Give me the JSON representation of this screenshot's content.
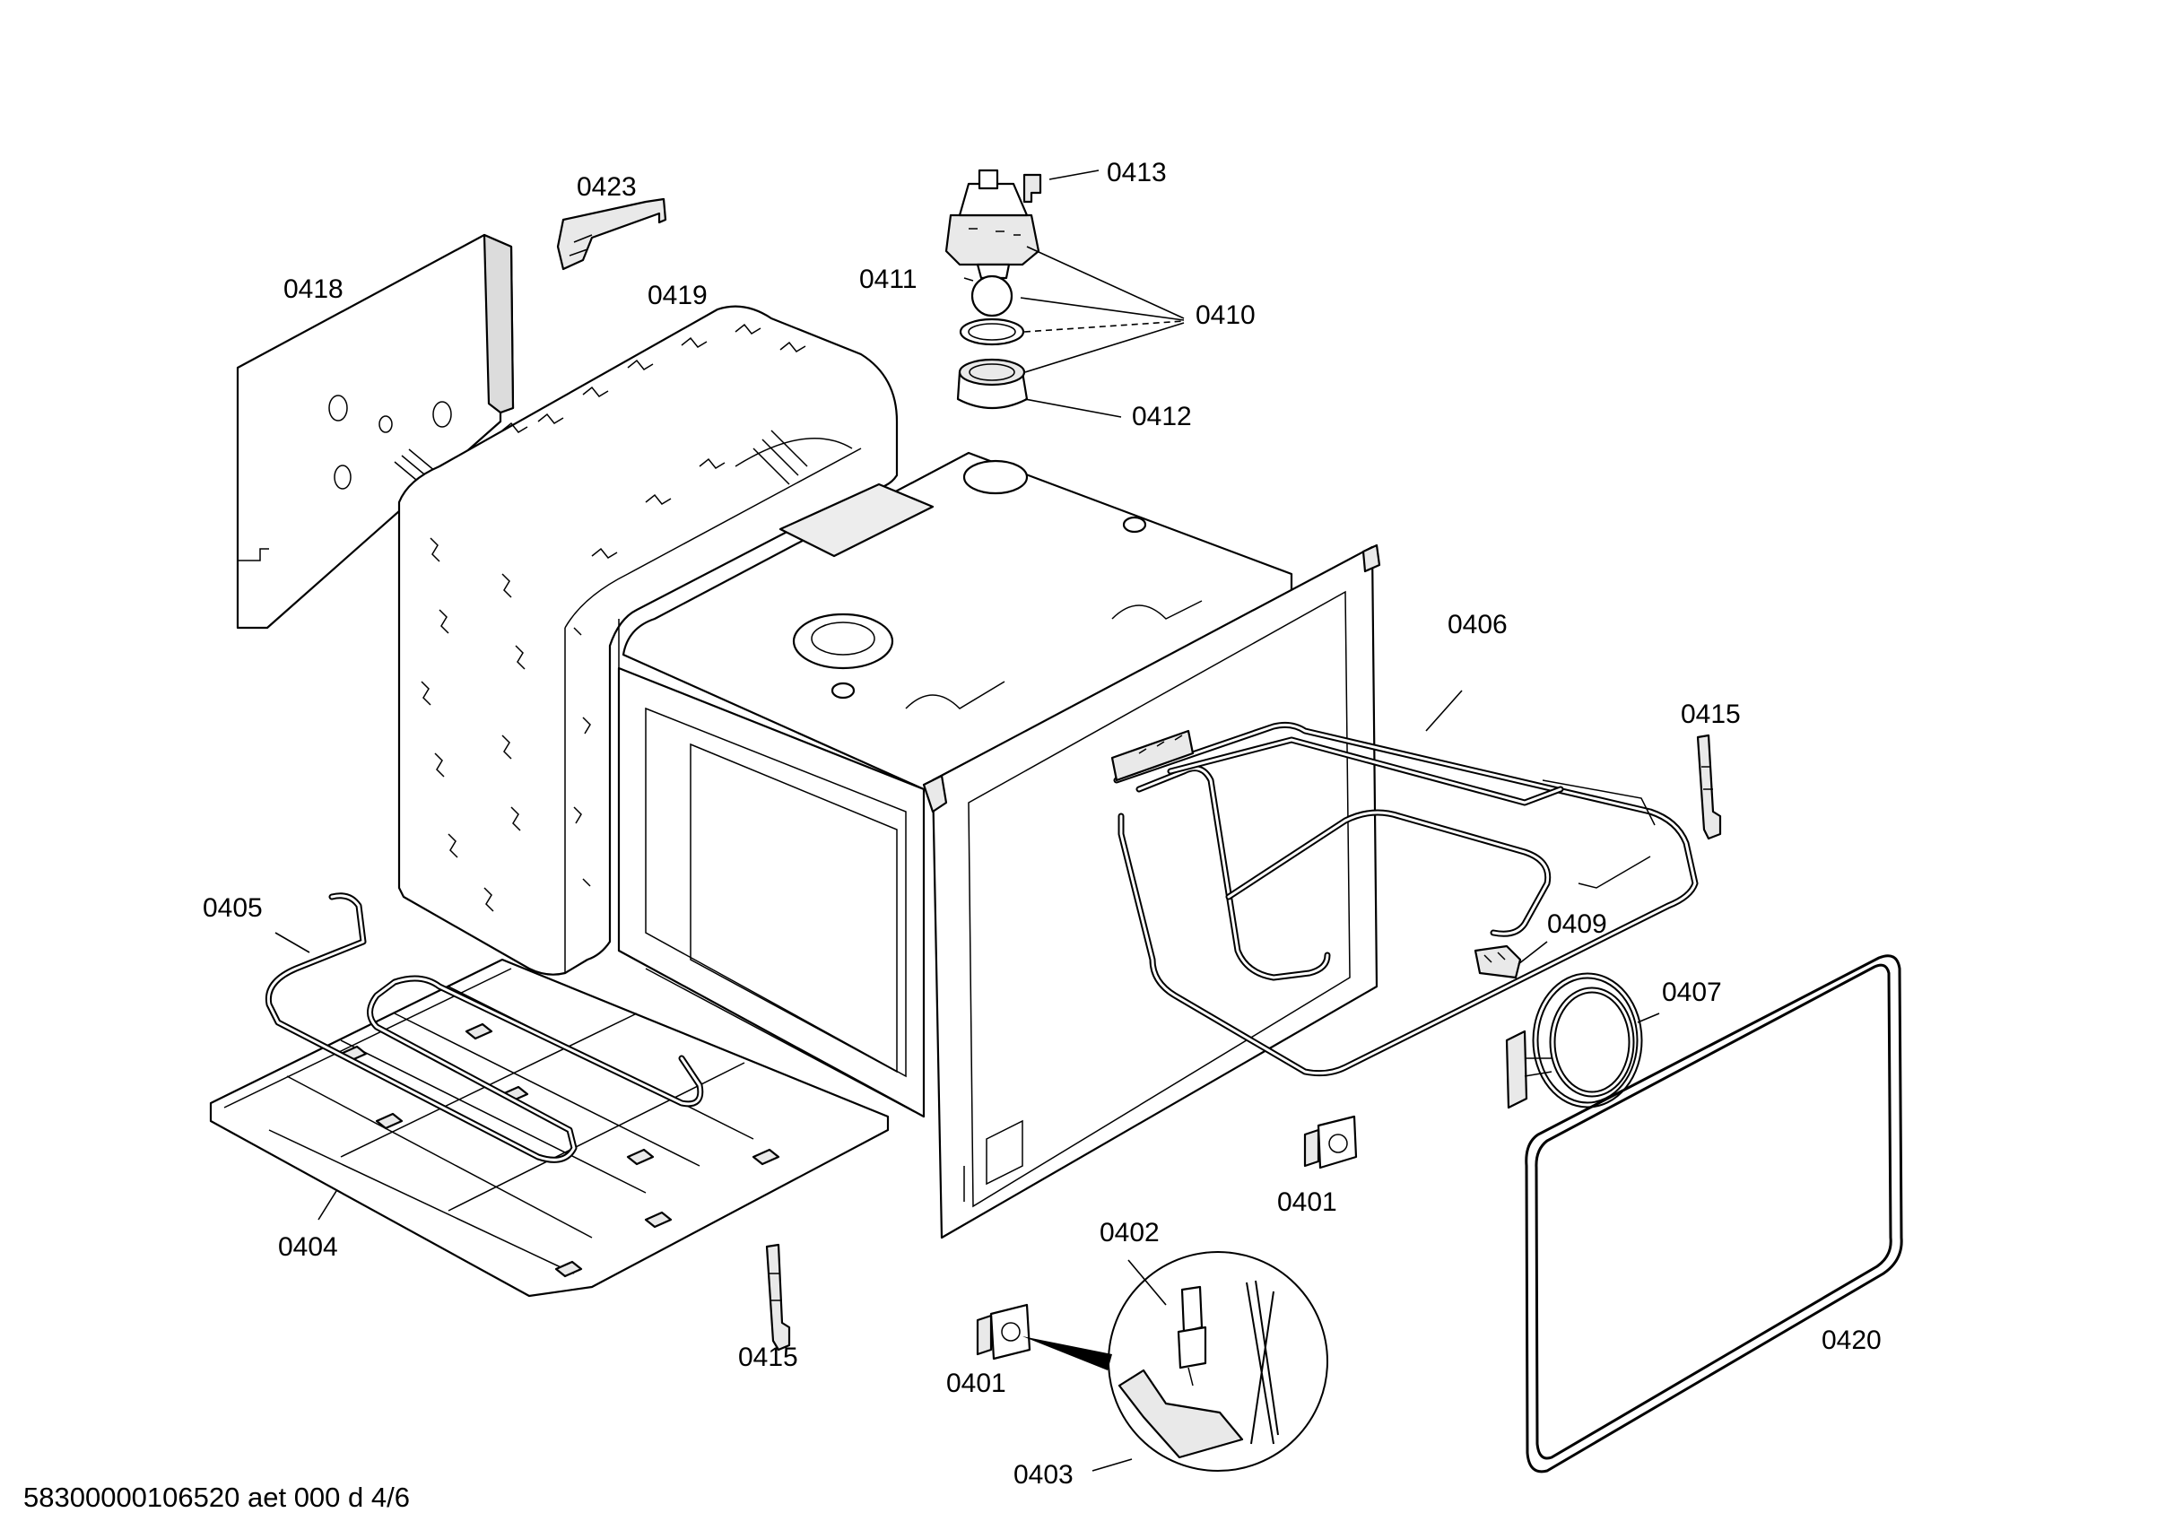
{
  "diagram": {
    "document_code": "58300000106520 aet 000 d 4/6",
    "callouts": {
      "p0401a": "0401",
      "p0401b": "0401",
      "p0402": "0402",
      "p0403": "0403",
      "p0404": "0404",
      "p0405": "0405",
      "p0406": "0406",
      "p0407": "0407",
      "p0409": "0409",
      "p0410": "0410",
      "p0411": "0411",
      "p0412": "0412",
      "p0413": "0413",
      "p0415a": "0415",
      "p0415b": "0415",
      "p0418": "0418",
      "p0419": "0419",
      "p0420": "0420",
      "p0423": "0423"
    }
  }
}
